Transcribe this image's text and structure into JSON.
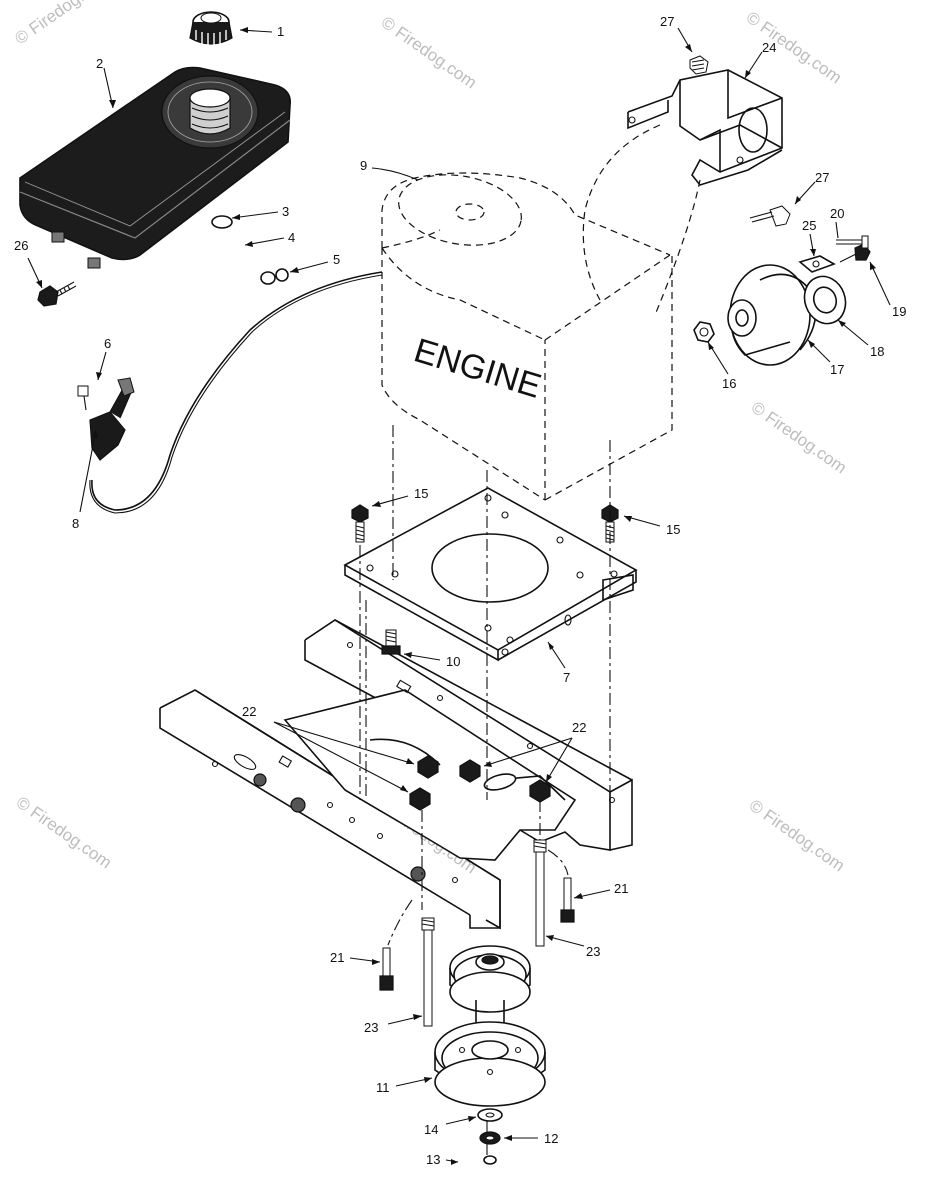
{
  "engine_label": "ENGINE",
  "watermark": "© Firedog.com",
  "callouts": {
    "c1": "1",
    "c2": "2",
    "c3": "3",
    "c4": "4",
    "c5": "5",
    "c6": "6",
    "c7": "7",
    "c8": "8",
    "c9": "9",
    "c10": "10",
    "c11": "11",
    "c12": "12",
    "c13": "13",
    "c14": "14",
    "c15a": "15",
    "c15b": "15",
    "c16": "16",
    "c17": "17",
    "c18": "18",
    "c19": "19",
    "c20": "20",
    "c21a": "21",
    "c21b": "21",
    "c22a": "22",
    "c22b": "22",
    "c23a": "23",
    "c23b": "23",
    "c24": "24",
    "c25": "25",
    "c26": "26",
    "c27a": "27",
    "c27b": "27"
  }
}
